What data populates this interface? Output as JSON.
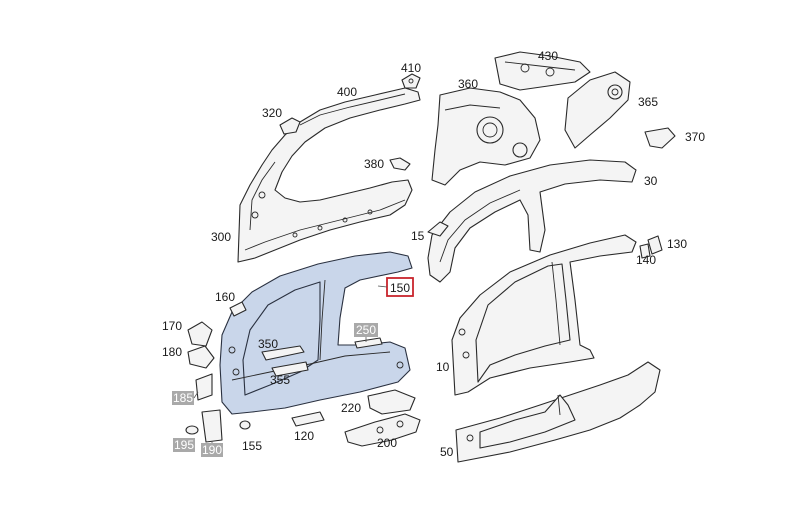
{
  "labels": {
    "l10": "10",
    "l15": "15",
    "l30": "30",
    "l50": "50",
    "l120": "120",
    "l130": "130",
    "l140": "140",
    "l150": "150",
    "l155": "155",
    "l160": "160",
    "l170": "170",
    "l180": "180",
    "l185": "185",
    "l190": "190",
    "l195": "195",
    "l200": "200",
    "l220": "220",
    "l250": "250",
    "l300": "300",
    "l320": "320",
    "l350": "350",
    "l355": "355",
    "l360": "360",
    "l365": "365",
    "l370": "370",
    "l380": "380",
    "l400": "400",
    "l410": "410",
    "l430": "430"
  },
  "highlight": {
    "label": "150",
    "color": "#c8242c"
  },
  "colors": {
    "highlight_part": "#c9d6ea",
    "grey_label_bg": "#a9a9a9"
  }
}
